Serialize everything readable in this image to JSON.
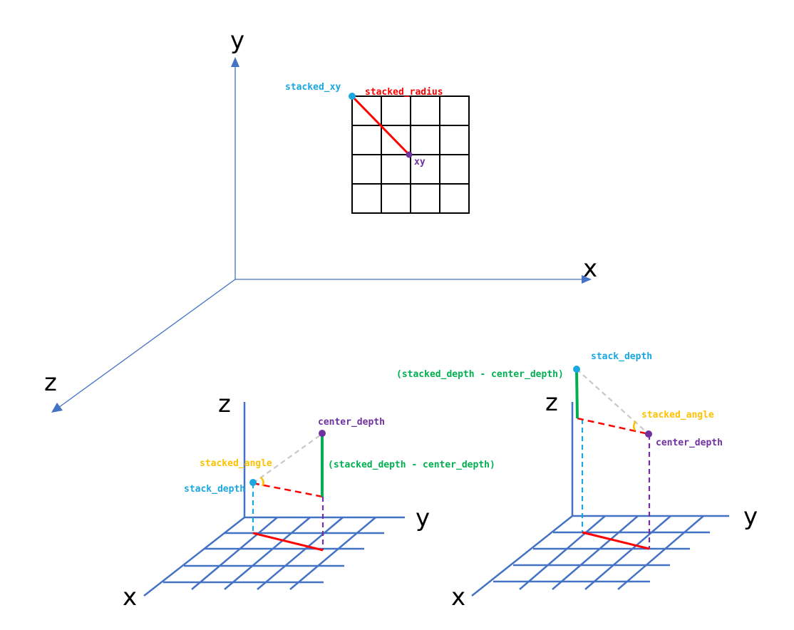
{
  "colors": {
    "axis_blue": "#4472c4",
    "grid_black": "#000000",
    "radius_red": "#ff0000",
    "point_cyan": "#1aa7e0",
    "point_purple": "#7030a0",
    "angle_yellow": "#ffc000",
    "diff_green": "#00b050",
    "hyp_gray": "#c8c8c8"
  },
  "main_axes": {
    "x": "x",
    "y": "y",
    "z": "z"
  },
  "top_grid": {
    "stacked_xy_label": "stacked_xy",
    "stacked_radius_label": "stacked_radius",
    "xy_label": "xy"
  },
  "left_diagram": {
    "z_label": "z",
    "y_label": "y",
    "x_label": "x",
    "center_depth_label": "center_depth",
    "stacked_angle_label": "stacked_angle",
    "stack_depth_label": "stack_depth",
    "diff_label": "(stacked_depth - center_depth)"
  },
  "right_diagram": {
    "z_label": "z",
    "y_label": "y",
    "x_label": "x",
    "stack_depth_label": "stack_depth",
    "diff_label": "(stacked_depth - center_depth)",
    "stacked_angle_label": "stacked_angle",
    "center_depth_label": "center_depth"
  }
}
